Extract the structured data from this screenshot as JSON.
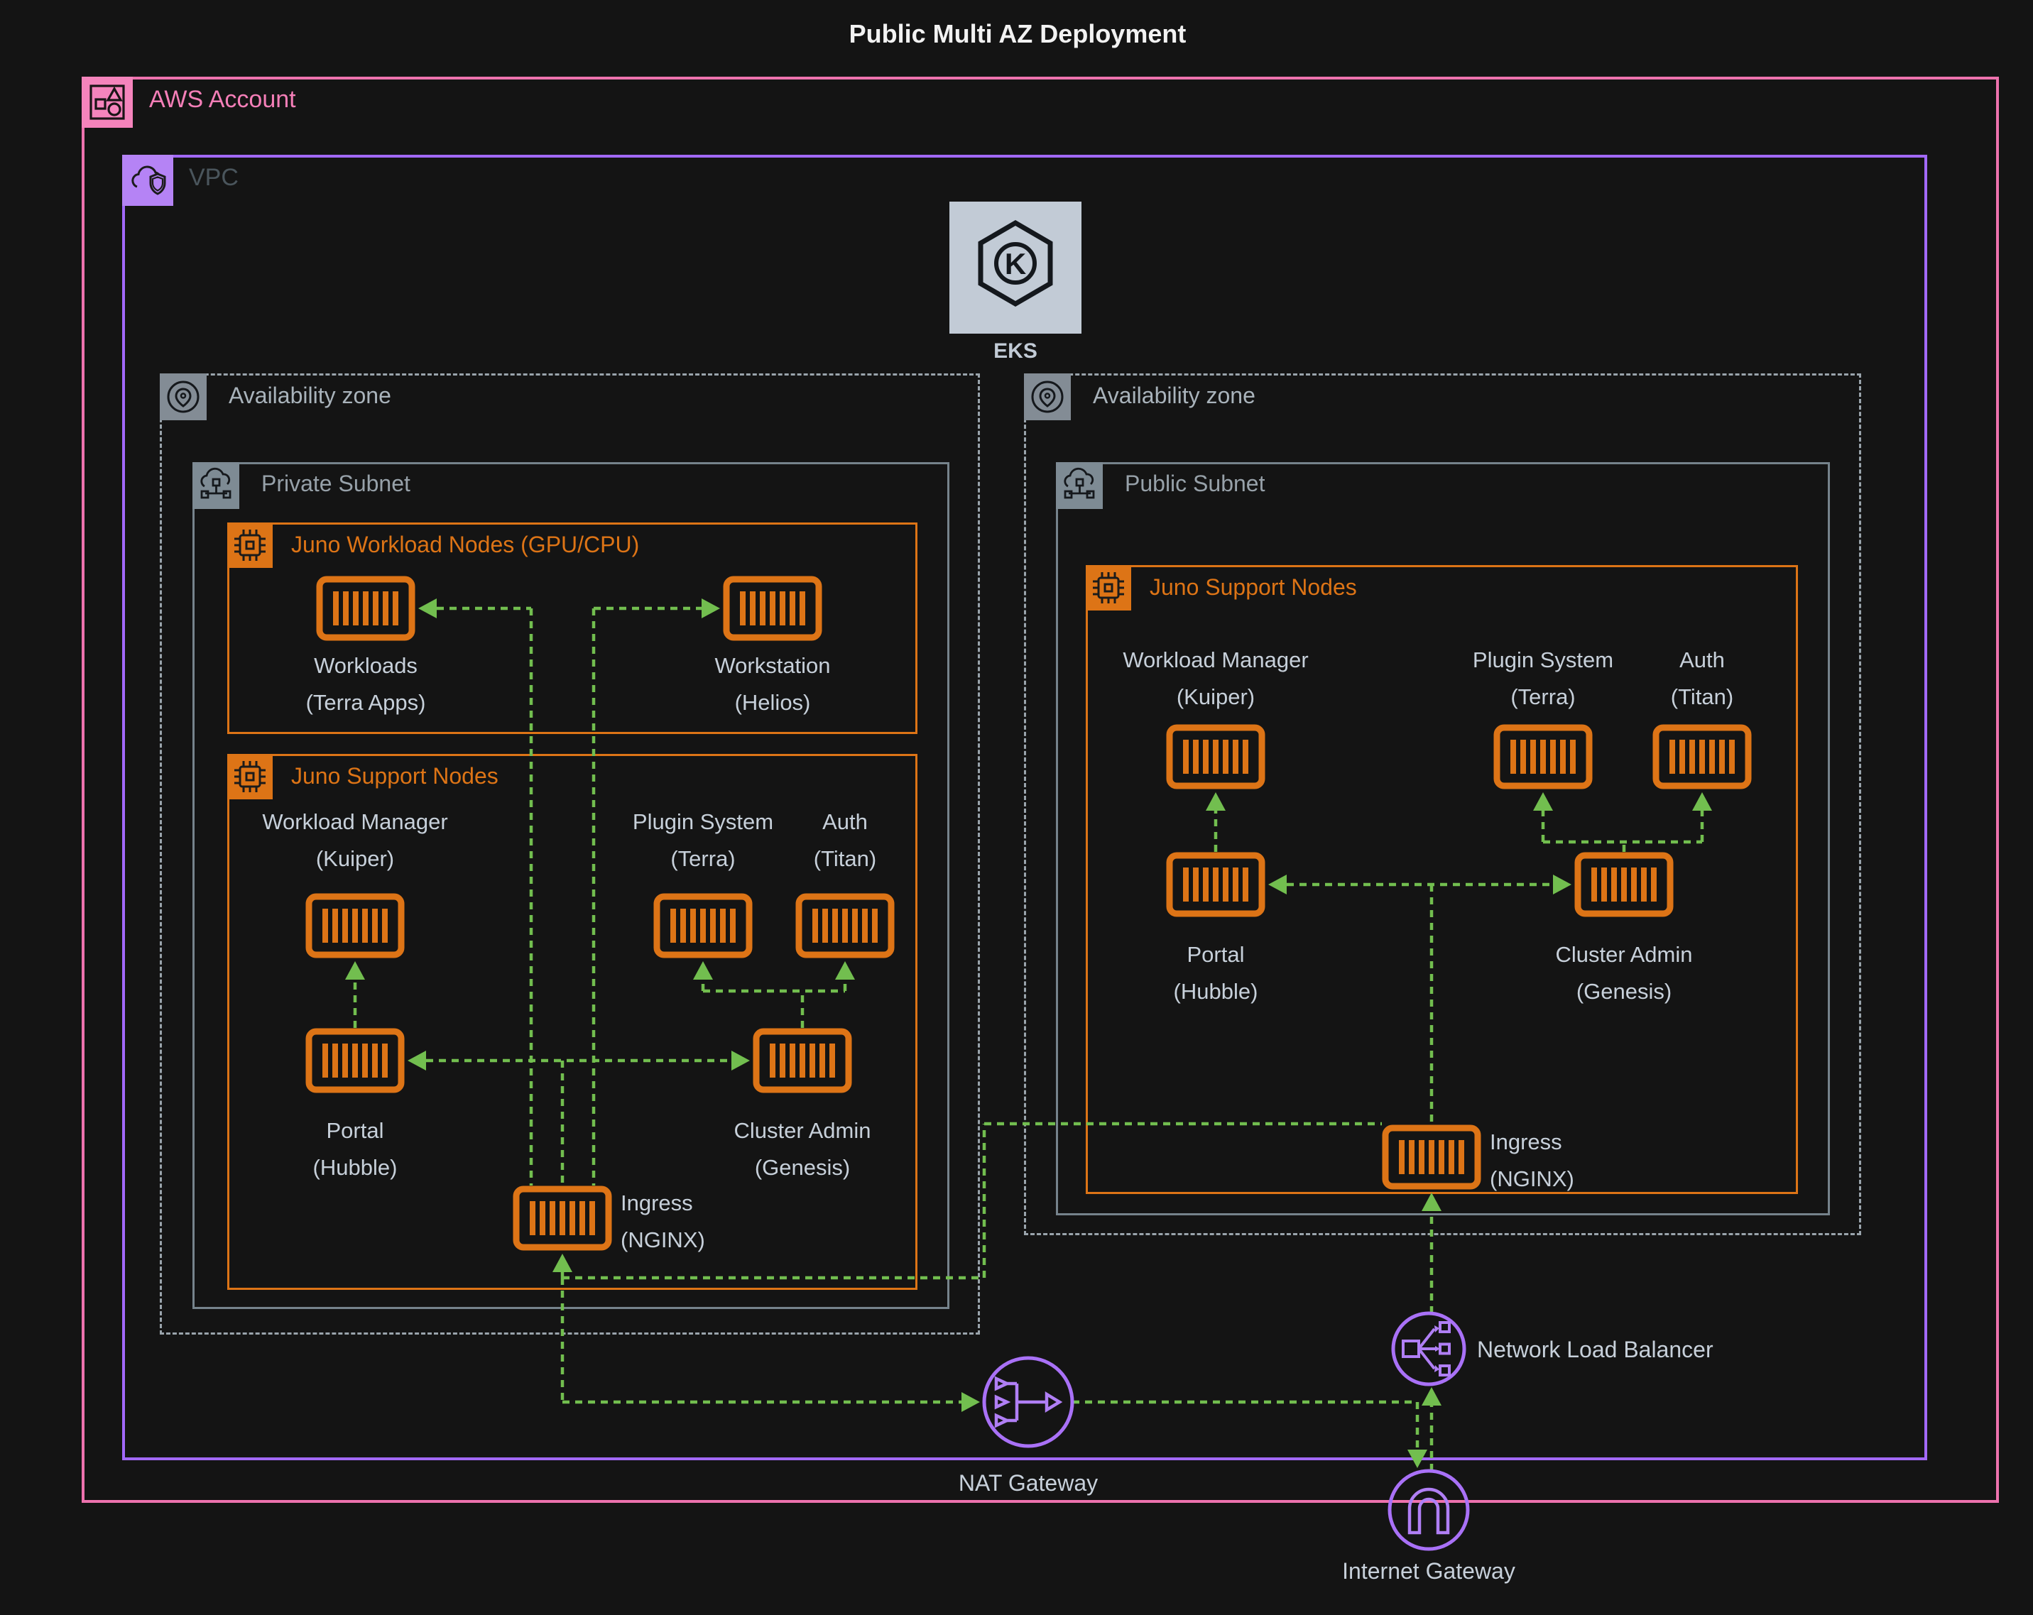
{
  "title": "Public Multi AZ Deployment",
  "account": {
    "label": "AWS Account"
  },
  "vpc": {
    "label": "VPC"
  },
  "eks": {
    "label": "EKS"
  },
  "zones": {
    "left": {
      "label": "Availability zone",
      "subnet": {
        "label": "Private Subnet"
      }
    },
    "right": {
      "label": "Availability zone",
      "subnet": {
        "label": "Public Subnet"
      }
    }
  },
  "groups": {
    "workload_left": {
      "label": "Juno Workload Nodes (GPU/CPU)"
    },
    "support_left": {
      "label": "Juno Support Nodes"
    },
    "support_right": {
      "label": "Juno Support Nodes"
    }
  },
  "nodes": {
    "workloads": {
      "line1": "Workloads",
      "line2": "(Terra Apps)"
    },
    "workstation": {
      "line1": "Workstation",
      "line2": "(Helios)"
    },
    "wm_left": {
      "line1": "Workload Manager",
      "line2": "(Kuiper)"
    },
    "plugin_left": {
      "line1": "Plugin System",
      "line2": "(Terra)"
    },
    "auth_left": {
      "line1": "Auth",
      "line2": "(Titan)"
    },
    "portal_left": {
      "line1": "Portal",
      "line2": "(Hubble)"
    },
    "cluster_left": {
      "line1": "Cluster Admin",
      "line2": "(Genesis)"
    },
    "ingress_left": {
      "line1": "Ingress",
      "line2": "(NGINX)"
    },
    "wm_right": {
      "line1": "Workload Manager",
      "line2": "(Kuiper)"
    },
    "plugin_right": {
      "line1": "Plugin System",
      "line2": "(Terra)"
    },
    "auth_right": {
      "line1": "Auth",
      "line2": "(Titan)"
    },
    "portal_right": {
      "line1": "Portal",
      "line2": "(Hubble)"
    },
    "cluster_right": {
      "line1": "Cluster Admin",
      "line2": "(Genesis)"
    },
    "ingress_right": {
      "line1": "Ingress",
      "line2": "(NGINX)"
    }
  },
  "gateways": {
    "nat": {
      "label": "NAT Gateway"
    },
    "nlb": {
      "label": "Network Load Balancer"
    },
    "igw": {
      "label": "Internet Gateway"
    }
  },
  "icons": {
    "aws_account": "resource-group-icon",
    "vpc": "cloud-shield-icon",
    "availability_zone": "location-pin-icon",
    "subnet": "subnet-cloud-icon",
    "node_group": "chip-icon",
    "node": "container-icon",
    "eks": "eks-hexagon-k-icon",
    "nat": "nat-gateway-icon",
    "nlb": "network-load-balancer-icon",
    "igw": "internet-gateway-icon"
  },
  "colors": {
    "background": "#141414",
    "account_pink": "#ee72ae",
    "vpc_purple": "#a269fc",
    "gateway_purple": "#a971f7",
    "orange": "#dd7416",
    "arrow_green": "#72be4f",
    "subnet_gray": "#76838c",
    "az_gray": "#9aa4ac",
    "node_text": "#c7d0da",
    "eks_tile": "#c2cbd6"
  }
}
